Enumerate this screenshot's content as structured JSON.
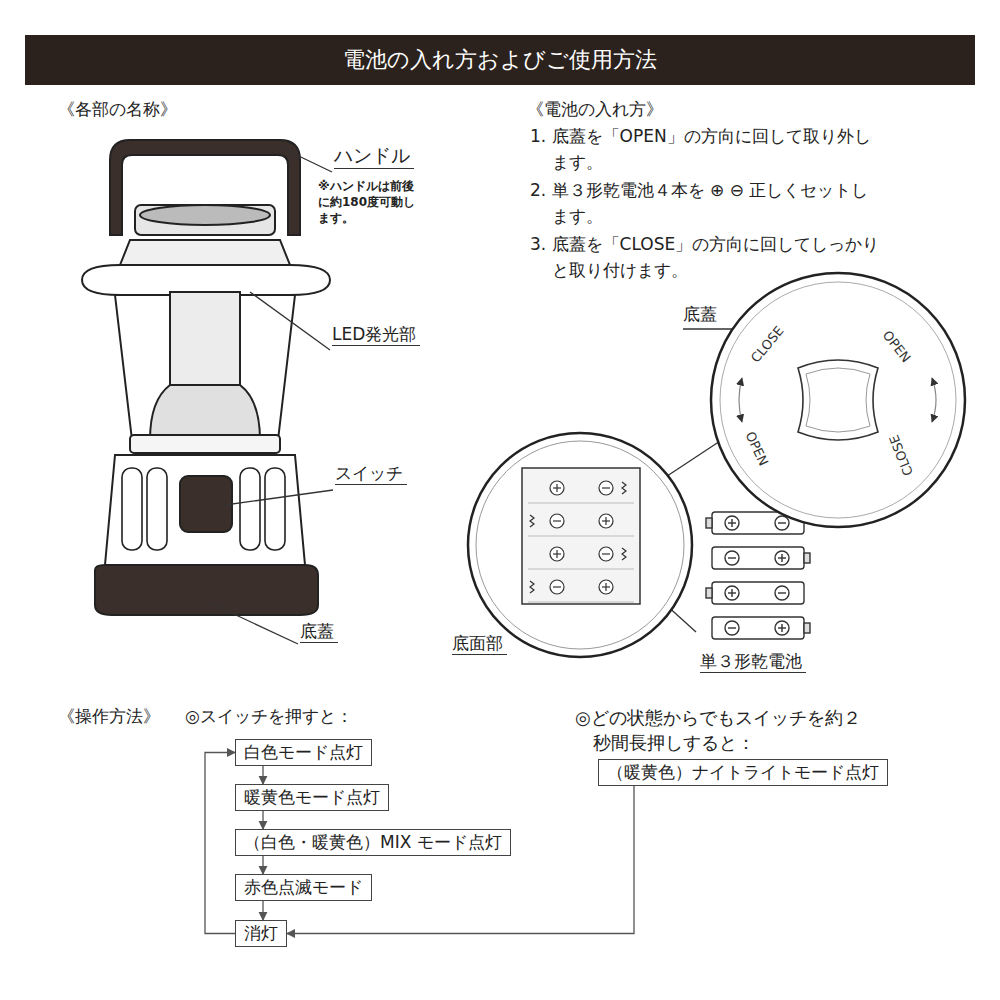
{
  "diagram": {
    "title": "電池の入れ方およびご使用方法",
    "nodes": [
      {
        "text": [
          "白色モード点灯"
        ]
      },
      {
        "text": [
          "暖黄色モード点灯"
        ]
      },
      {
        "text": [
          "（白色・暖黄色）MIX モード点灯"
        ]
      },
      {
        "text": [
          "赤色点滅モード"
        ]
      },
      {
        "text": [
          "消灯"
        ]
      },
      {
        "text": [
          "（暖黄色）ナイトライトモード点灯"
        ]
      }
    ],
    "edges": [
      {
        "from": 0,
        "to": 1,
        "arrow": "to"
      },
      {
        "from": 1,
        "to": 2,
        "arrow": "to"
      },
      {
        "from": 2,
        "to": 3,
        "arrow": "to"
      },
      {
        "from": 3,
        "to": 4,
        "arrow": "to"
      },
      {
        "from": 4,
        "to": 0,
        "arrow": "to"
      },
      {
        "from": 5,
        "to": 4,
        "arrow": "to"
      }
    ],
    "labels": [
      "《各部の名称》",
      "ハンドル",
      "※ハンドルは前後に約180度可動します。",
      "LED発光部",
      "スイッチ",
      "底蓋",
      "《電池の入れ方》",
      "1. 底蓋を「OPEN」の方向に回して取り外します。",
      "2. 単３形乾電池４本を ⊕ ⊖ 正しくセットします。",
      "3. 底蓋を「CLOSE」の方向に回してしっかりと取り付けます。",
      "底蓋",
      "CLOSE",
      "OPEN",
      "OPEN",
      "CLOSE",
      "底面部",
      "単３形乾電池",
      "《操作方法》",
      "◎スイッチを押すと：",
      "◎どの状態からでもスイッチを約２秒間長押しすると："
    ]
  }
}
